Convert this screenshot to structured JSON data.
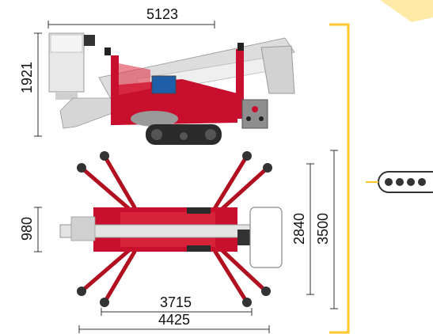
{
  "dimensions": {
    "top_width": "5123",
    "side_height": "1921",
    "stowed_height": "980",
    "outrigger_span": "2840",
    "overall_span": "3500",
    "inner_base": "3715",
    "overall_length": "4425"
  },
  "colors": {
    "accent_yellow": "#FFC72C",
    "chassis_red": "#C8102E",
    "boom_grey": "#D9D9D9",
    "track_dark": "#2B2B2B",
    "line": "#333333"
  },
  "icons": {
    "corner": "corner-accent-icon",
    "track": "track-link-icon"
  }
}
